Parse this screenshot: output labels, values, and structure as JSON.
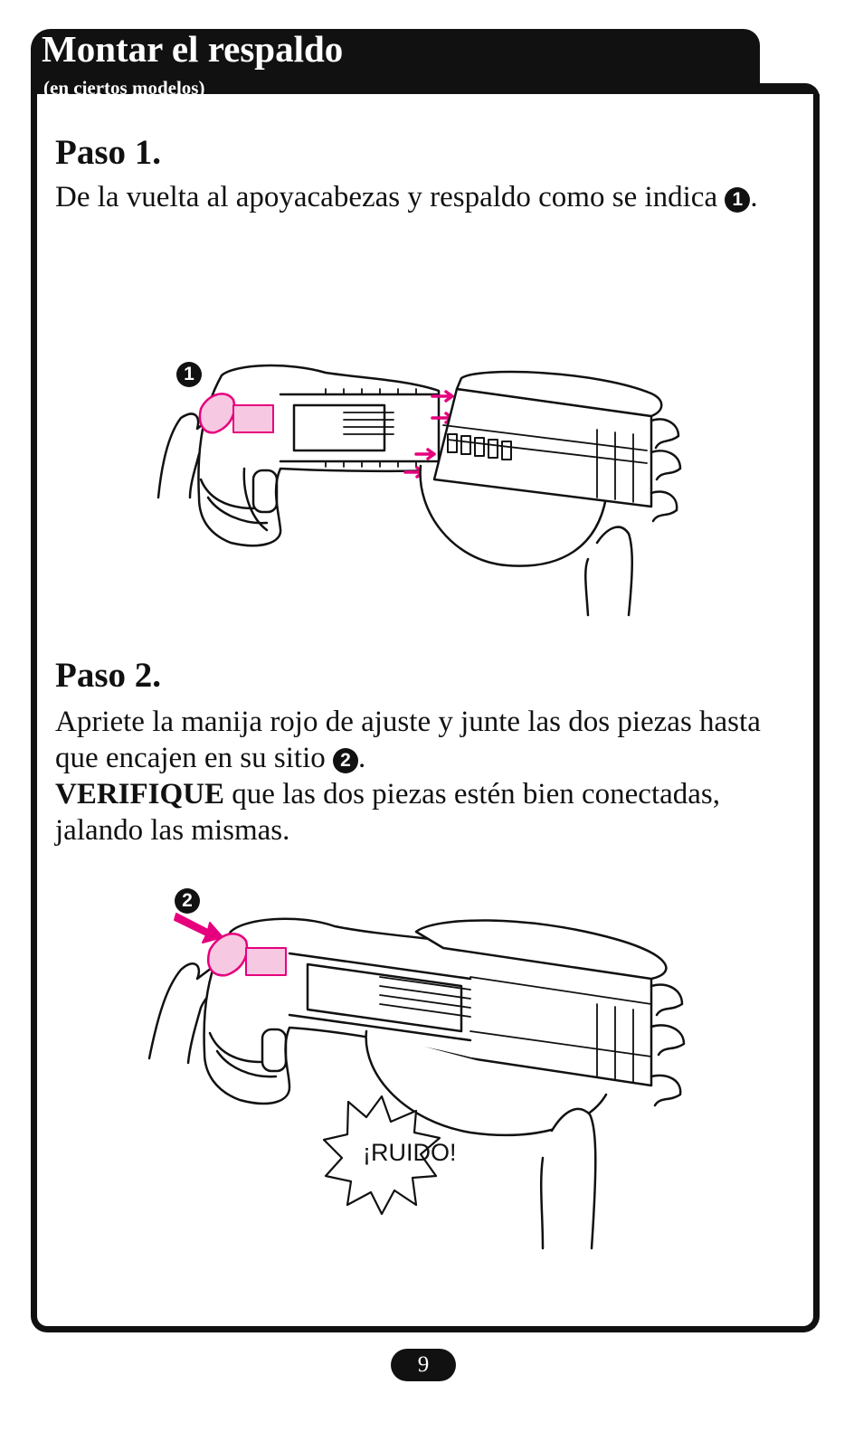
{
  "header": {
    "title": "Montar el respaldo",
    "subtitle": "(en ciertos modelos)"
  },
  "step1": {
    "heading": "Paso 1.",
    "text": "De la vuelta al apoyacabezas y respaldo como se indica",
    "marker": "1",
    "end": "."
  },
  "step2": {
    "heading": "Paso 2.",
    "text_line1": "Apriete la manija rojo de ajuste y junte las dos piezas hasta que encajen en su sitio",
    "marker": "2",
    "end": ".",
    "emphasis": "VERIFIQUE",
    "text_line2": " que las dos piezas estén bien conectadas, jalando las mismas."
  },
  "illustration1": {
    "marker": "1"
  },
  "illustration2": {
    "marker": "2",
    "sound_label": "¡RUIDO!"
  },
  "footer": {
    "page_number": "9"
  },
  "colors": {
    "accent": "#e6007e",
    "ink": "#111111"
  }
}
